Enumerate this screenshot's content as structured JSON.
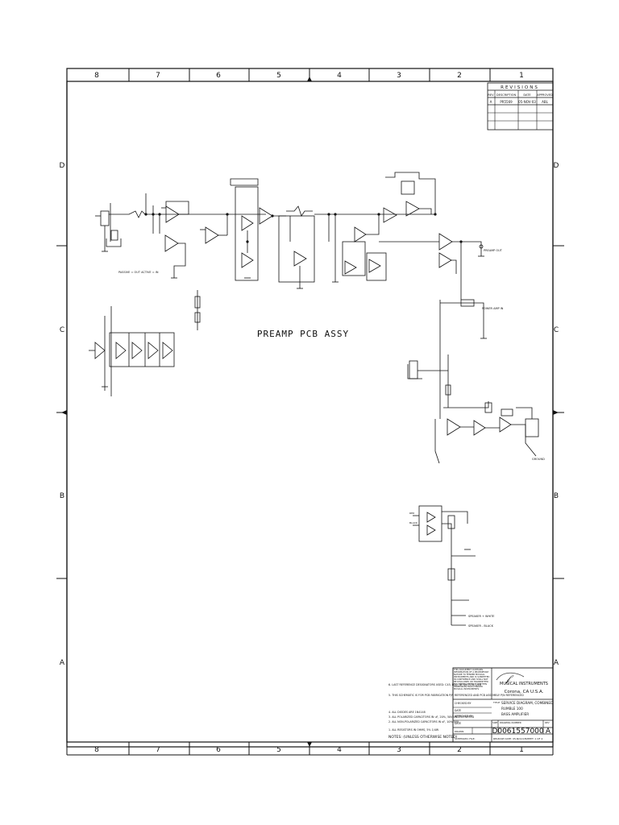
{
  "zone_columns": [
    "8",
    "7",
    "6",
    "5",
    "4",
    "3",
    "2",
    "1"
  ],
  "zone_rows": [
    "D",
    "C",
    "B",
    "A"
  ],
  "revisions": {
    "title": "REVISIONS",
    "headers": [
      "REV",
      "DESCRIPTION",
      "DATE",
      "APPROVED"
    ],
    "rows": [
      [
        "A",
        "PR5569",
        "05-NOV-03",
        "ABL"
      ]
    ]
  },
  "section_label": "PREAMP PCB ASSY",
  "schematic_labels": {
    "passive_active": "PASSIVE = OUT\nACTIVE = IN",
    "preamp_out": "PREAMP OUT",
    "power_amp_in": "POWER AMP IN",
    "ground": "GROUND",
    "speaker_white": "SPEAKER + WHITE",
    "speaker_black": "SPEAKER - BLACK",
    "red": "RED",
    "black": "BLACK"
  },
  "notes": {
    "heading": "NOTES: (UNLESS OTHERWISE NOTED)",
    "items": [
      "6. LAST REFERENCE DESIGNATORS USED: C45, D20, J6, Q4, R70, U10",
      "5. THIS SCHEMATIC IS FOR PCB FABRICATION P/N REFERENCED AND PCB ASSEMBLY P/N REFERENCED",
      "4. ALL DIODES ARE 1N4148",
      "3. ALL POLARIZED CAPACITORS IN uF, 20%, 50V UNLESS NOTED",
      "2. ALL NON-POLARIZED CAPACITORS IN uF, 10% 50V",
      "1. ALL RESISTORS IN OHMS, 5% 1/4W"
    ]
  },
  "title_block": {
    "proprietary": "THIS DOCUMENT CONTAINS INFORMATION OF A PROPRIETARY NATURE TO FENDER MUSICAL INSTRUMENTS AND IS SUBMITTED IN CONFIDENCE AND SHALL NOT BE DISCLOSED OR TRANSMITTED TO OTHERS WITHOUT WRITTEN PERMISSION FROM FENDER MUSICAL INSTRUMENTS",
    "company": "MUSICAL INSTRUMENTS",
    "location": "Corona, CA U.S.A.",
    "checked_by": "CHECKED BY",
    "approved_by": "APPROVED BY",
    "date_label": "DATE",
    "title_label": "TITLE",
    "title_lines": [
      "SERVICE DIAGRAM, COMBINED",
      "RUMBLE 100",
      "BASS AMPLIFIER"
    ],
    "size_label": "SIZE",
    "size_value": "D",
    "drawing_number_label": "DRAWING NUMBER",
    "drawing_number": "0061557000",
    "rev_label": "REV",
    "rev_value": "A",
    "drawn_label": "DRAWN",
    "footer_left": "SCHEMATIC FILE:",
    "footer_release": "RELEASE DATE: 05-NOV-03",
    "footer_sheet": "SHEET: 1 OF 4"
  }
}
